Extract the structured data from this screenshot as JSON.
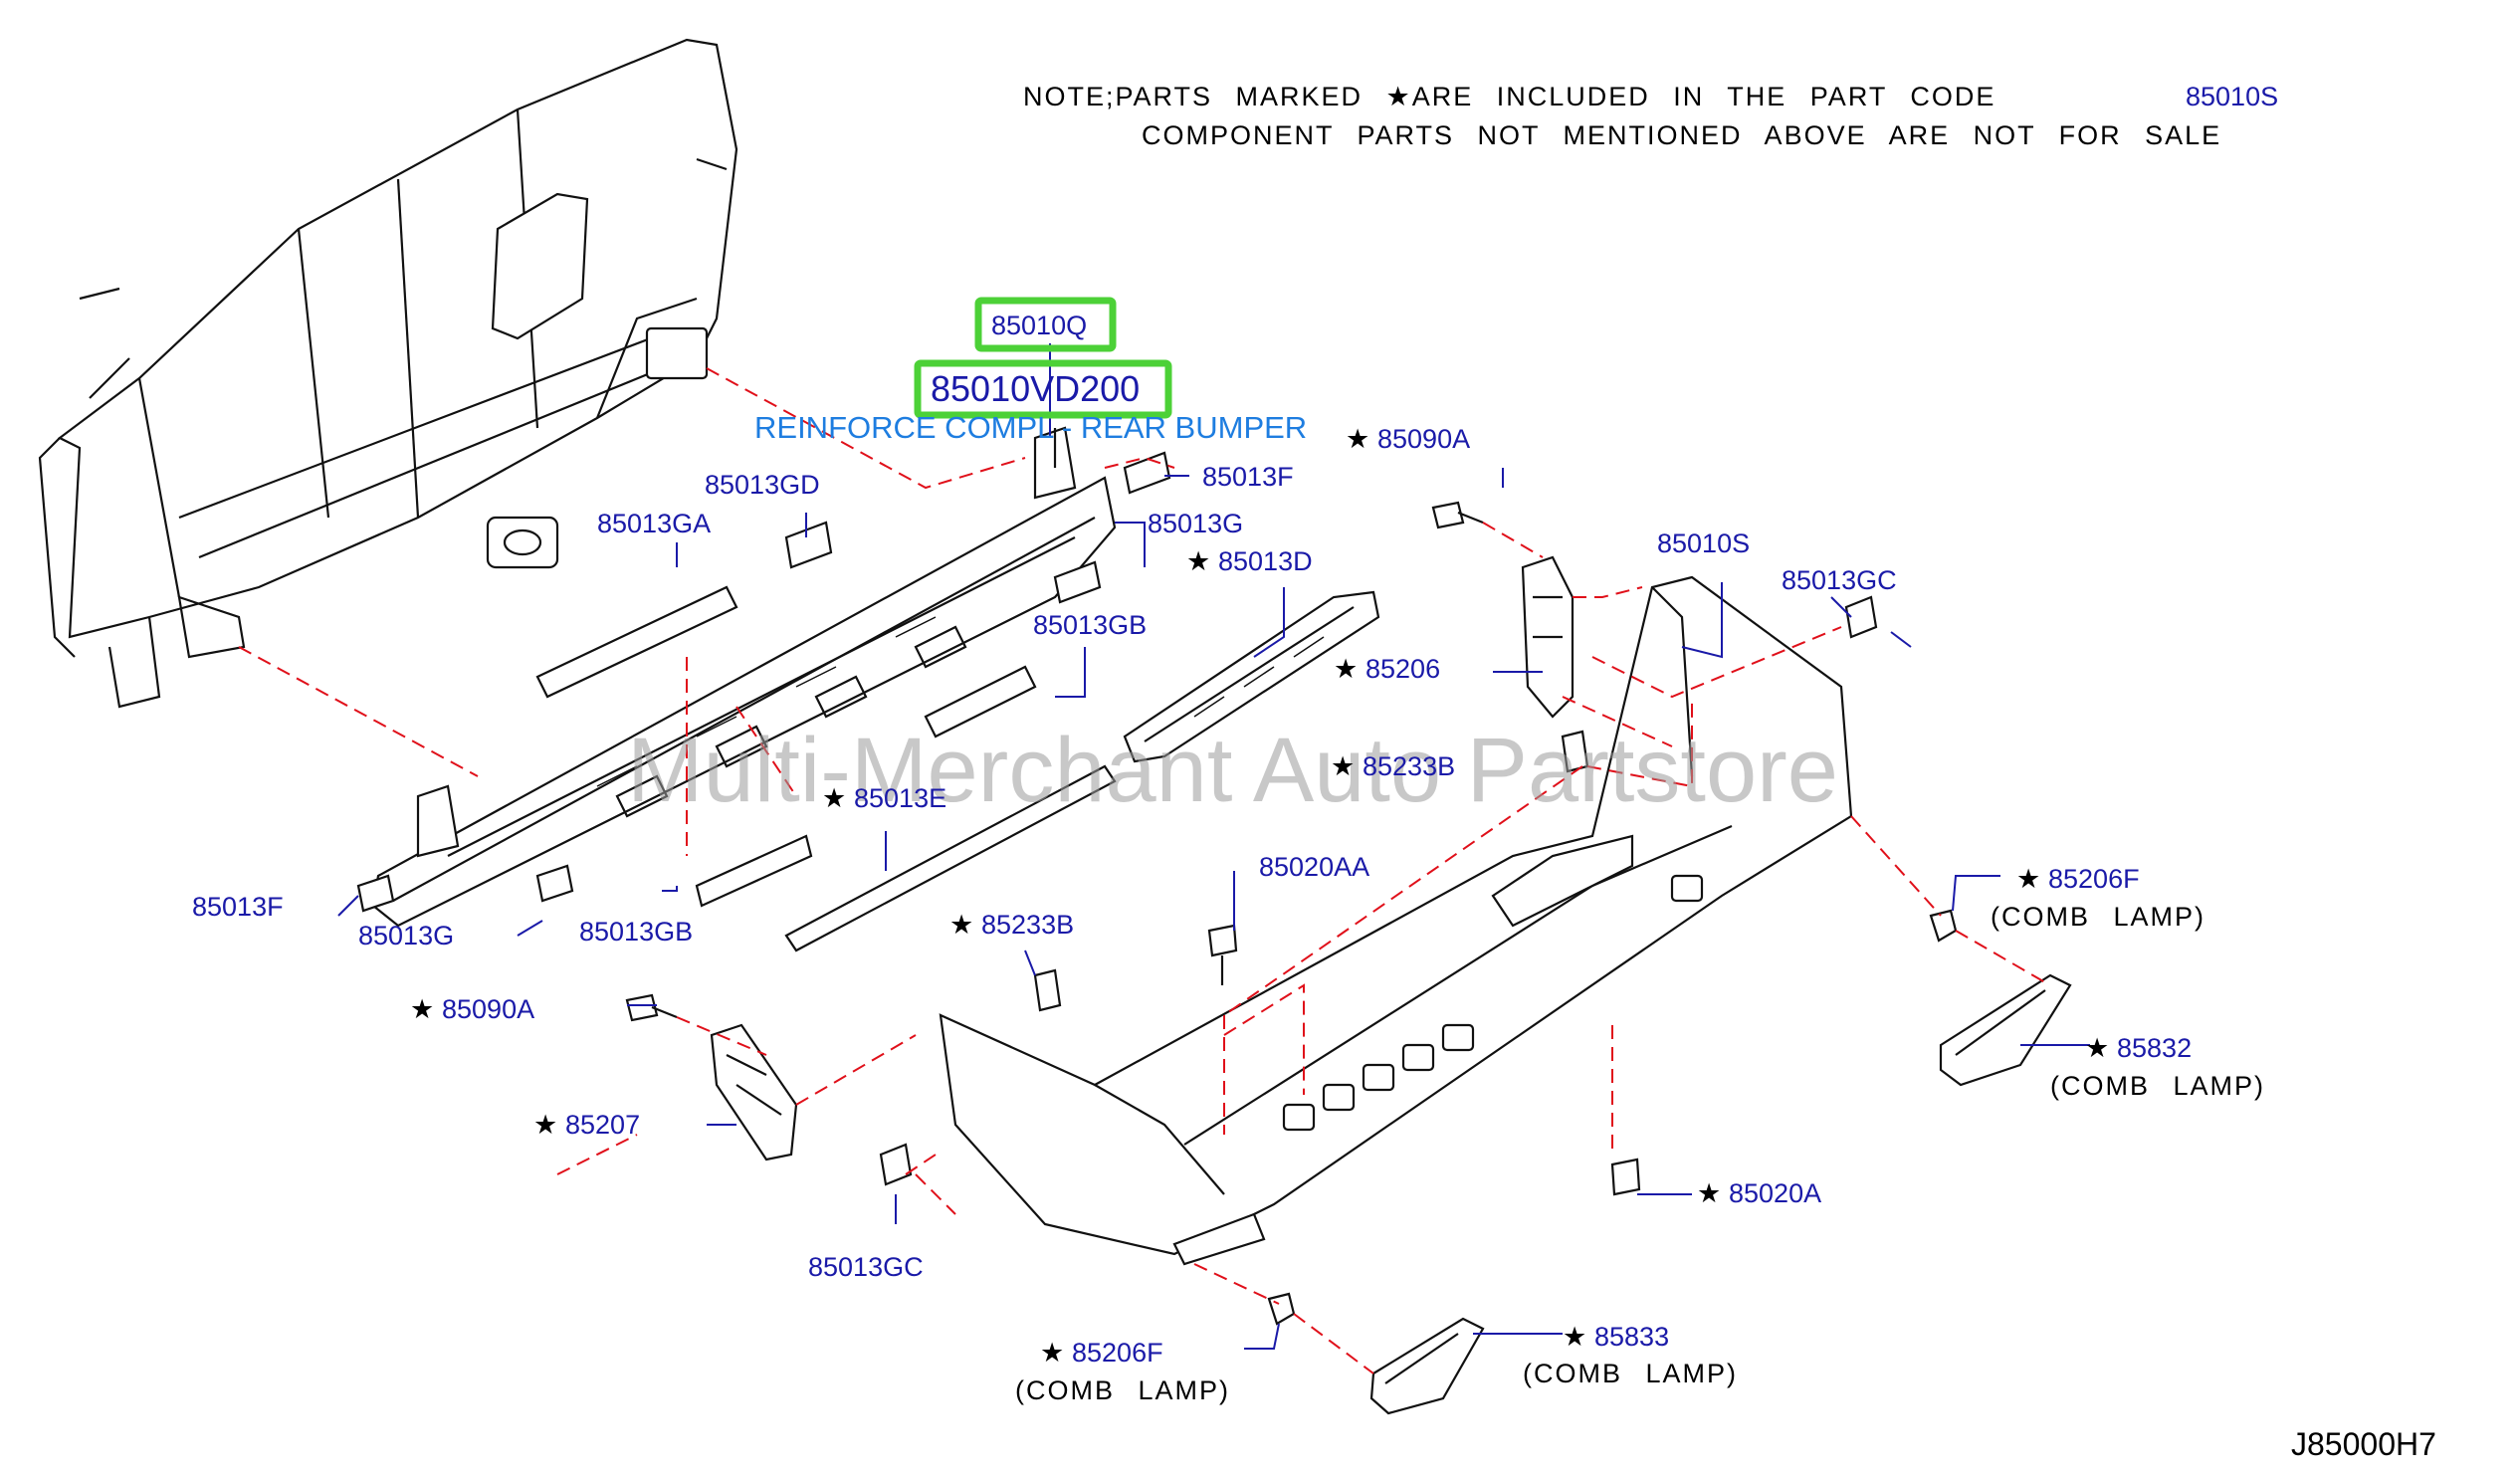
{
  "note": {
    "line1": "NOTE;PARTS MARKED ★ARE INCLUDED IN THE PART CODE",
    "line1_code": "85010S",
    "line2": "COMPONENT PARTS NOT MENTIONED ABOVE ARE NOT FOR SALE"
  },
  "highlight": {
    "part_q": "85010Q",
    "part_vd": "85010VD200",
    "title": "REINFORCE COMPL - REAR BUMPER"
  },
  "watermark": "Multi-Merchant Auto Partstore",
  "diagram_code": "J85000H7",
  "star_symbol": "★",
  "colors": {
    "label_blue": "#1a1aa8",
    "title_blue": "#1e7de0",
    "highlight_green": "#4cd137",
    "dash_red": "#e0101a"
  },
  "labels": {
    "p85090A_top": "85090A",
    "p85013F_top": "85013F",
    "p85013GD": "85013GD",
    "p85013GA": "85013GA",
    "p85013G_top": "85013G",
    "p85013D": "85013D",
    "p85010S": "85010S",
    "p85013GC_top": "85013GC",
    "p85013GB_mid": "85013GB",
    "p85206": "85206",
    "p85233B_mid": "85233B",
    "p85013E": "85013E",
    "p85013F_left": "85013F",
    "p85013G_left": "85013G",
    "p85013GB_low": "85013GB",
    "p85020AA": "85020AA",
    "p85206F_right": "85206F",
    "comb_lamp_1": "(COMB LAMP)",
    "p85233B_low": "85233B",
    "p85090A_left": "85090A",
    "p85832": "85832",
    "comb_lamp_2": "(COMB LAMP)",
    "p85207": "85207",
    "p85020A": "85020A",
    "p85013GC_low": "85013GC",
    "p85833": "85833",
    "comb_lamp_3": "(COMB LAMP)",
    "p85206F_low": "85206F",
    "comb_lamp_4": "(COMB LAMP)"
  }
}
